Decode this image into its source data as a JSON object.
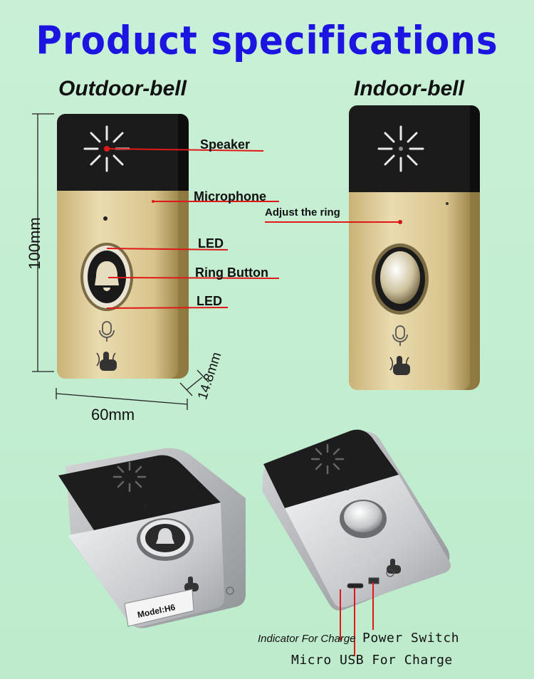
{
  "title": "Product specifications",
  "outdoor": {
    "heading": "Outdoor-bell",
    "callouts": {
      "speaker": "Speaker",
      "microphone": "Microphone",
      "led_top": "LED",
      "ring_button": "Ring Button",
      "led_bottom": "LED"
    },
    "dimensions": {
      "height": "100mm",
      "width": "60mm",
      "depth": "14.8mm"
    }
  },
  "indoor": {
    "heading": "Indoor-bell",
    "callouts": {
      "adjust_ring": "Adjust the ring"
    }
  },
  "bottom": {
    "model_label": "Model:H6",
    "indicator": "Indicator For Charge",
    "power_switch": "Power Switch",
    "micro_usb": "Micro USB For Charge"
  },
  "colors": {
    "title": "#1c14e0",
    "callout_line": "#e01818",
    "gold": "#d9c58f",
    "silver": "#c7c9cc",
    "black_top": "#1a1a1a"
  }
}
